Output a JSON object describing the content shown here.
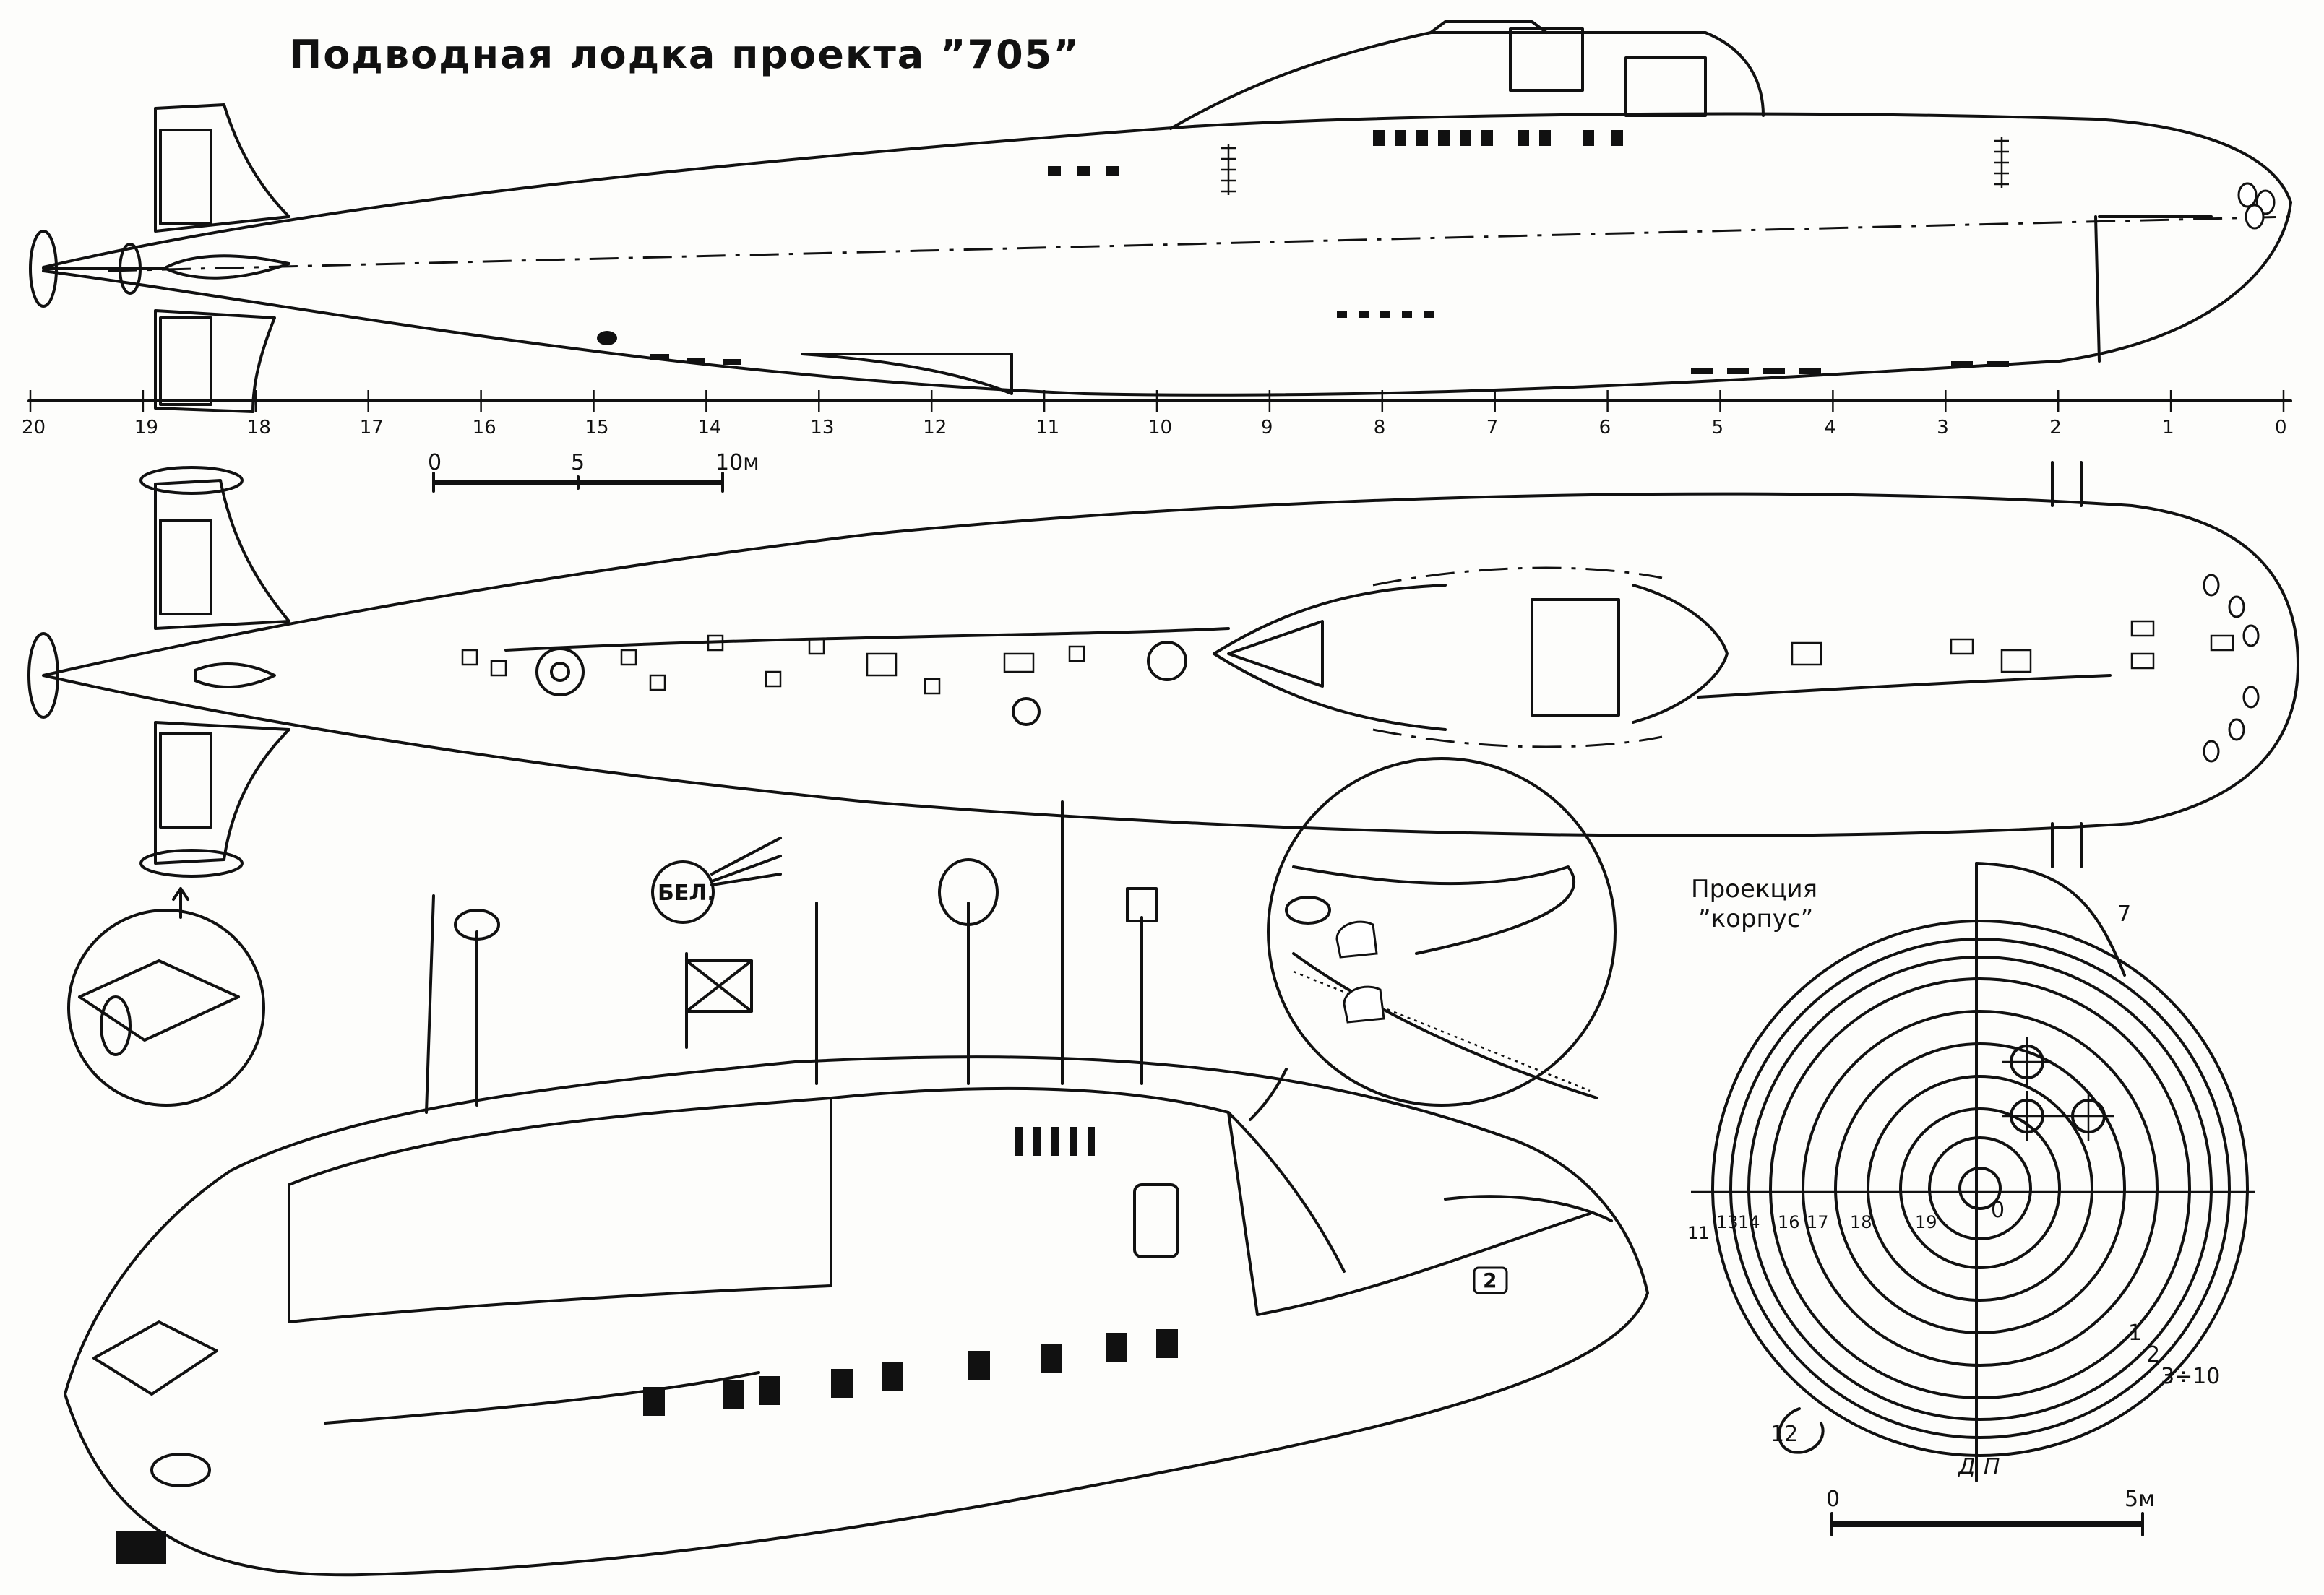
{
  "title": "Подводная лодка проекта ”705”",
  "side_view": {
    "frame_numbers": [
      "20",
      "19",
      "18",
      "17",
      "16",
      "15",
      "14",
      "13",
      "12",
      "11",
      "10",
      "9",
      "8",
      "7",
      "6",
      "5",
      "4",
      "3",
      "2",
      "1",
      "0"
    ]
  },
  "scale_bar_top": {
    "labels": [
      "0",
      "5",
      "10м"
    ]
  },
  "insets": {
    "flag_label": "БЕЛ.",
    "hatch_badge": "2"
  },
  "body_plan": {
    "heading_line1": "Проекция",
    "heading_line2": "”корпус”",
    "left_frames": [
      "11",
      "13",
      "14",
      "16",
      "17",
      "18",
      "19"
    ],
    "center_label": "0",
    "right_frames": [
      "7",
      "1",
      "2",
      "3÷10"
    ],
    "bottom_left_frame": "12",
    "centerline_labels": [
      "Д",
      "П"
    ],
    "scale_bar": {
      "labels": [
        "0",
        "5м"
      ]
    }
  }
}
